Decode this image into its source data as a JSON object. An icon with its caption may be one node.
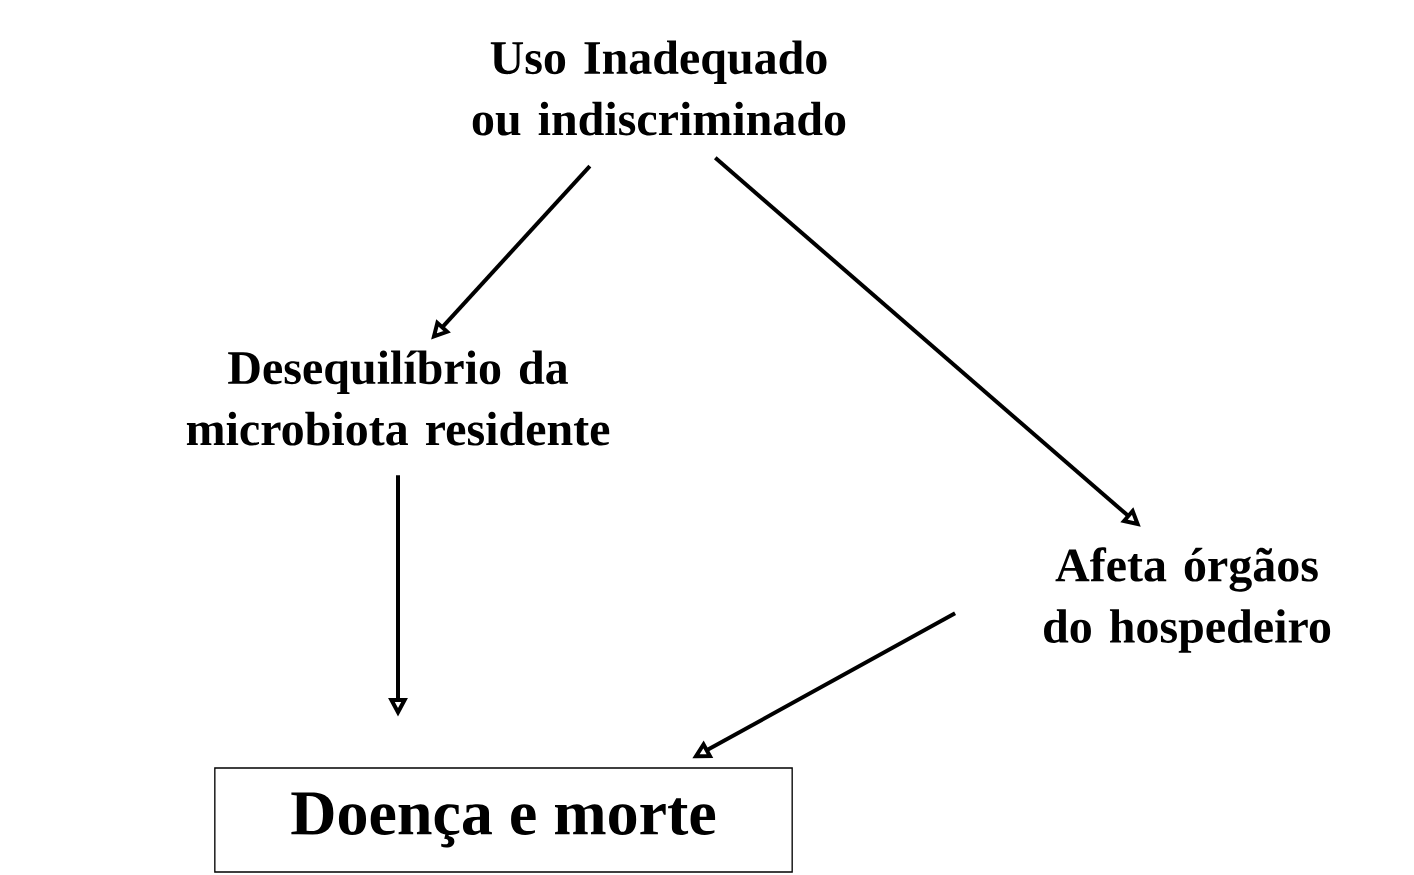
{
  "diagram": {
    "nodes": [
      {
        "text": [
          "Uso Inadequado ou indiscriminado"
        ]
      },
      {
        "text": [
          "Desequilíbrio da microbiota residente"
        ]
      },
      {
        "text": [
          "Afeta órgãos do hospedeiro"
        ]
      },
      {
        "text": [
          "Doença e morte"
        ]
      }
    ],
    "edges": [
      {
        "from": 0,
        "to": 1,
        "arrow": "to"
      },
      {
        "from": 0,
        "to": 2,
        "arrow": "to"
      },
      {
        "from": 1,
        "to": 3,
        "arrow": "to"
      },
      {
        "from": 2,
        "to": 3,
        "arrow": "to"
      }
    ]
  }
}
